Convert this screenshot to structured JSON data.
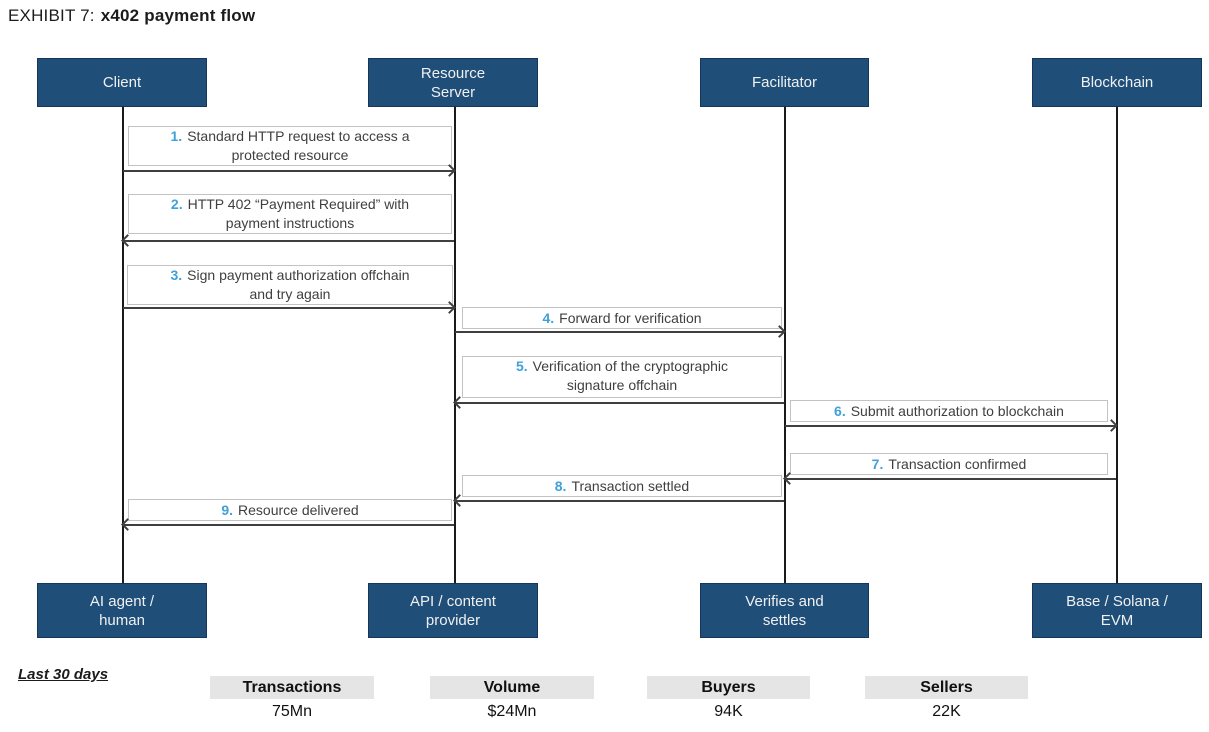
{
  "title": {
    "prefix": "EXHIBIT 7:",
    "text": "x402 payment flow"
  },
  "colors": {
    "actor_box": "#1F4E79",
    "actor_text": "#F0F0F0",
    "message_number_blue": "#3FA0DA",
    "message_text": "#3F3F3F",
    "arrow_line": "#3F3F3F",
    "label_box_border": "#C3C3C3",
    "stat_header_bg": "#E5E5E5"
  },
  "actors": [
    {
      "id": "client",
      "top_label": "Client",
      "bottom_label": "AI agent /\nhuman"
    },
    {
      "id": "resource-server",
      "top_label": "Resource\nServer",
      "bottom_label": "API / content\nprovider"
    },
    {
      "id": "facilitator",
      "top_label": "Facilitator",
      "bottom_label": "Verifies and\nsettles"
    },
    {
      "id": "blockchain",
      "top_label": "Blockchain",
      "bottom_label": "Base / Solana /\nEVM"
    }
  ],
  "messages": [
    {
      "num": "1.",
      "text": "Standard HTTP request to access a\nprotected resource",
      "from": "Client",
      "to": "Resource Server",
      "direction": "right"
    },
    {
      "num": "2.",
      "text": "HTTP 402 “Payment Required” with\npayment instructions",
      "from": "Resource Server",
      "to": "Client",
      "direction": "left"
    },
    {
      "num": "3.",
      "text": "Sign payment authorization offchain\nand try again",
      "from": "Client",
      "to": "Resource Server",
      "direction": "right"
    },
    {
      "num": "4.",
      "text": "Forward for verification",
      "from": "Resource Server",
      "to": "Facilitator",
      "direction": "right"
    },
    {
      "num": "5.",
      "text": "Verification of the cryptographic\nsignature offchain",
      "from": "Facilitator",
      "to": "Resource Server",
      "direction": "left"
    },
    {
      "num": "6.",
      "text": "Submit authorization to blockchain",
      "from": "Facilitator",
      "to": "Blockchain",
      "direction": "right"
    },
    {
      "num": "7.",
      "text": "Transaction confirmed",
      "from": "Blockchain",
      "to": "Facilitator",
      "direction": "left"
    },
    {
      "num": "8.",
      "text": "Transaction settled",
      "from": "Facilitator",
      "to": "Resource Server",
      "direction": "left"
    },
    {
      "num": "9.",
      "text": "Resource delivered",
      "from": "Resource Server",
      "to": "Client",
      "direction": "left"
    }
  ],
  "stats": {
    "period_label": "Last 30 days",
    "items": [
      {
        "label": "Transactions",
        "value": "75Mn"
      },
      {
        "label": "Volume",
        "value": "$24Mn"
      },
      {
        "label": "Buyers",
        "value": "94K"
      },
      {
        "label": "Sellers",
        "value": "22K"
      }
    ]
  }
}
